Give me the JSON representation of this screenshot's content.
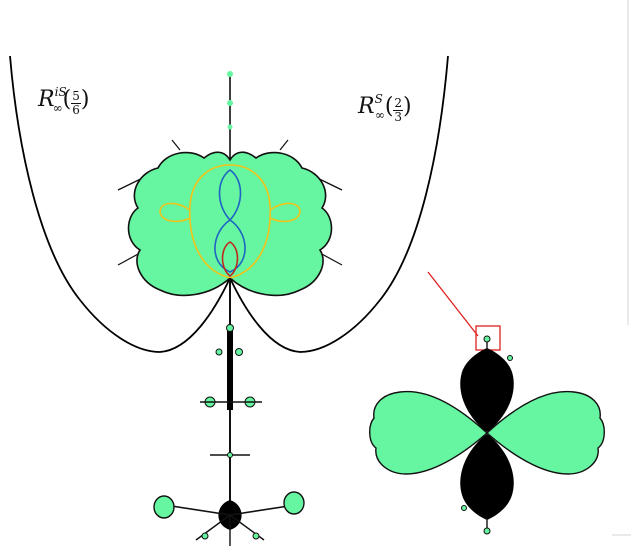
{
  "labels": {
    "left_ray": {
      "letter": "R",
      "sup": "iS",
      "sub": "∞",
      "num": "5",
      "den": "6"
    },
    "right_ray": {
      "letter": "R",
      "sup": "S",
      "sub": "∞",
      "num": "2",
      "den": "3"
    }
  },
  "colors": {
    "filled_component": "#66f5a0",
    "julia_boundary": "#111111",
    "outer_ray": "#000000",
    "yellow_curve": "#f2c318",
    "blue_curve": "#1f63c4",
    "red_curve": "#c0281c",
    "zoom_box": "#e02020",
    "black_component": "#000000",
    "right_border": "#e3e3e3"
  },
  "icons": [
    "julia-set-main",
    "julia-set-inset",
    "zoom-indicator"
  ]
}
